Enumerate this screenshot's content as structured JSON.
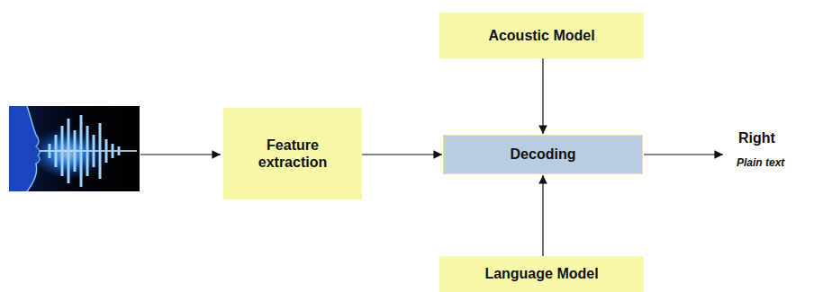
{
  "diagram": {
    "nodes": [
      {
        "text": [
          "Feature extraction"
        ]
      },
      {
        "text": [
          "Acoustic Model"
        ]
      },
      {
        "text": [
          "Decoding"
        ]
      },
      {
        "text": [
          "Language Model"
        ]
      }
    ],
    "edges": [
      {
        "from": 0,
        "to": 2,
        "arrow": "to"
      },
      {
        "from": 1,
        "to": 2,
        "arrow": "to"
      },
      {
        "from": 3,
        "to": 2,
        "arrow": "to"
      }
    ],
    "labels": [
      "Right",
      "Plain text"
    ]
  }
}
